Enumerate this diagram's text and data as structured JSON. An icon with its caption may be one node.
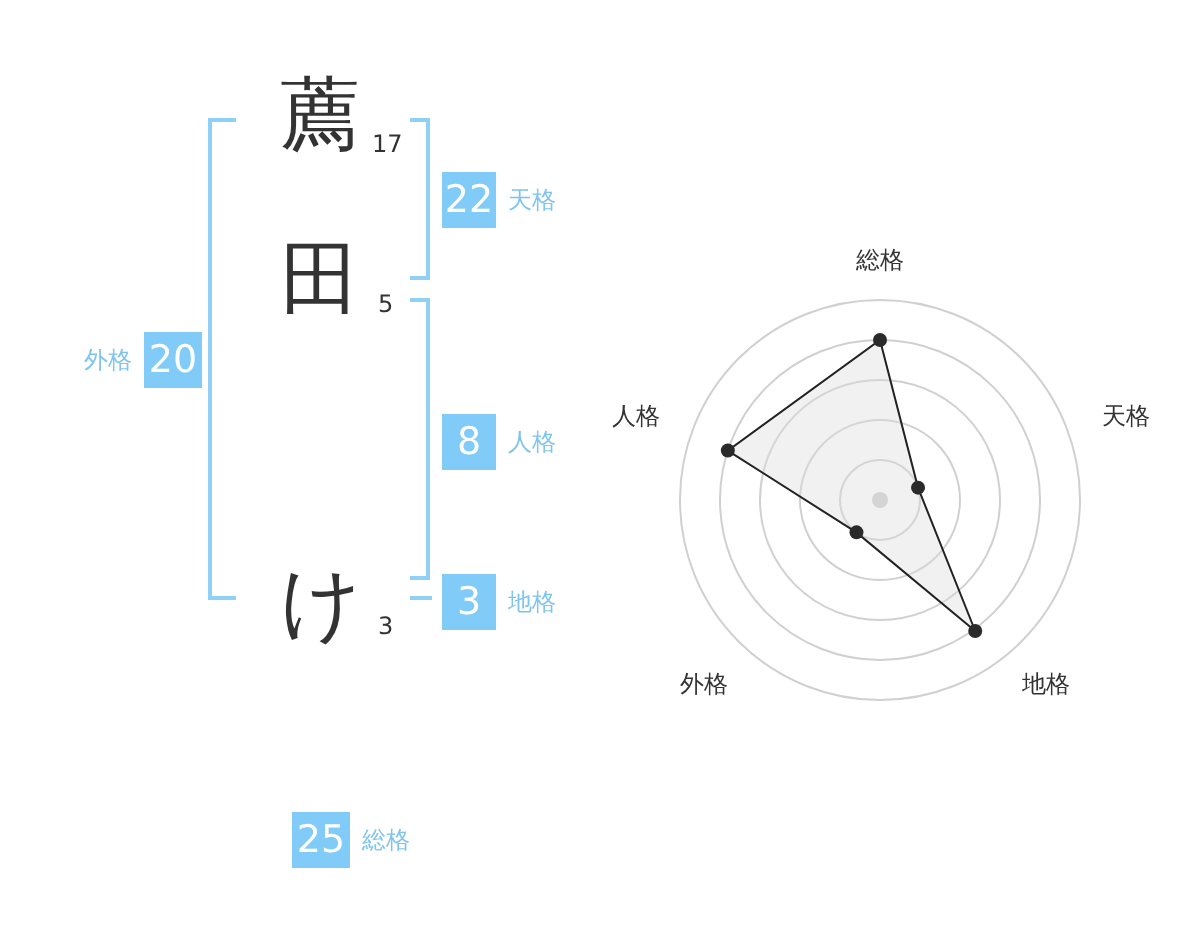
{
  "diagram": {
    "nodes": [
      {
        "text": [
          "22"
        ],
        "beside": [
          "天格"
        ]
      },
      {
        "text": [
          "20"
        ],
        "beside": [
          "外格"
        ]
      },
      {
        "text": [
          "8"
        ],
        "beside": [
          "人格"
        ]
      },
      {
        "text": [
          "3"
        ],
        "beside": [
          "地格"
        ]
      },
      {
        "text": [
          "25"
        ],
        "beside": [
          "総格"
        ]
      }
    ],
    "labels": [
      "薦",
      "17",
      "田",
      "5",
      "け",
      "3",
      "総格",
      "人格",
      "天格",
      "外格",
      "地格"
    ]
  }
}
